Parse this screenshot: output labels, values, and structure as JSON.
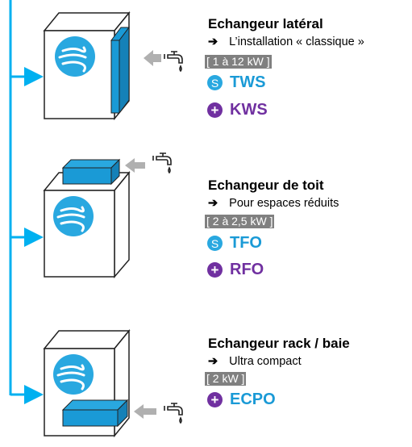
{
  "colors": {
    "line": "#00b0f0",
    "accent_blue": "#1a9ad6",
    "accent_purple": "#7030a0",
    "range_bg": "#808080"
  },
  "rows": [
    {
      "title": "Echangeur latéral",
      "arrow": "➔",
      "desc": "L’installation « classique »",
      "range": "[ 1 à 12 kW ]",
      "products": [
        {
          "badge": "S",
          "name": "TWS",
          "color": "#1a9ad6"
        },
        {
          "badge": "+",
          "name": "KWS",
          "color": "#7030a0"
        }
      ]
    },
    {
      "title": "Echangeur de toit",
      "arrow": "➔",
      "desc": "Pour espaces réduits",
      "range": "[ 2 à 2,5 kW ]",
      "products": [
        {
          "badge": "S",
          "name": "TFO",
          "color": "#1a9ad6"
        },
        {
          "badge": "+",
          "name": "RFO",
          "color": "#7030a0"
        }
      ]
    },
    {
      "title": "Echangeur rack / baie",
      "arrow": "➔",
      "desc": "Ultra compact",
      "range": "[ 2 kW ]",
      "products": [
        {
          "badge": "+",
          "name": "ECPO",
          "color": "#1a9ad6"
        }
      ]
    }
  ],
  "icons": [
    "fan-icon",
    "faucet-icon",
    "gray-arrow-icon",
    "heat-exchanger-icon"
  ]
}
